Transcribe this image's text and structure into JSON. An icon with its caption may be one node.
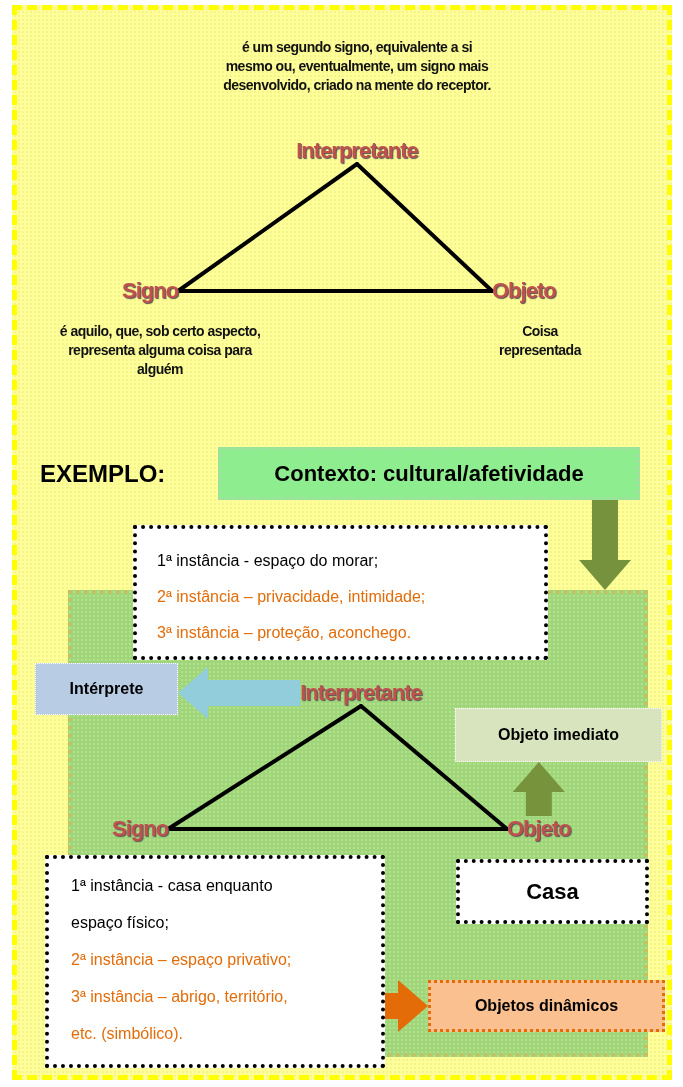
{
  "diagram": {
    "nodes": [
      {
        "text": [
          "Interpretante"
        ],
        "beside": [
          "é um segundo signo, equivalente a si mesmo ou, eventualmente, um signo mais desenvolvido, criado na mente do receptor."
        ]
      },
      {
        "text": [
          "Signo"
        ],
        "beside": [
          "é aquilo, que, sob certo aspecto, representa alguma coisa para alguém"
        ]
      },
      {
        "text": [
          "Objeto"
        ],
        "beside": [
          "Coisa representada"
        ]
      },
      {
        "text": [
          "Contexto: cultural/afetividade"
        ]
      },
      {
        "text": [
          "1ª instância - espaço do morar;",
          "2ª instância – privacidade, intimidade;",
          "3ª instância – proteção, aconchego."
        ]
      },
      {
        "text": [],
        "shape": "box"
      },
      {
        "text": [
          "Intérprete"
        ]
      },
      {
        "text": [
          "Interpretante"
        ],
        "in": 5
      },
      {
        "text": [
          "Objeto imediato"
        ]
      },
      {
        "text": [
          "Signo"
        ],
        "in": 5
      },
      {
        "text": [
          "Objeto"
        ],
        "in": 5
      },
      {
        "text": [
          "1ª instância - casa enquanto espaço físico;",
          "2ª instância – espaço privativo;",
          "3ª instância – abrigo, território, etc. (simbólico)."
        ]
      },
      {
        "text": [
          "Casa"
        ],
        "in": 5
      },
      {
        "text": [
          "Objetos dinâmicos"
        ]
      }
    ],
    "edges": [
      {
        "from": 0,
        "to": 1,
        "arrow": "none"
      },
      {
        "from": 0,
        "to": 2,
        "arrow": "none"
      },
      {
        "from": 1,
        "to": 2,
        "arrow": "none"
      },
      {
        "from": 3,
        "to": 5,
        "arrow": "to",
        "style": "thick",
        "color": "#76923c"
      },
      {
        "from": 7,
        "to": 6,
        "arrow": "to",
        "style": "thick",
        "color": "#92cddc"
      },
      {
        "from": 10,
        "to": 8,
        "arrow": "to",
        "style": "thick",
        "color": "#77933c"
      },
      {
        "from": 7,
        "to": 9,
        "arrow": "none"
      },
      {
        "from": 7,
        "to": 10,
        "arrow": "none"
      },
      {
        "from": 9,
        "to": 10,
        "arrow": "none"
      },
      {
        "from": 11,
        "to": 13,
        "arrow": "to",
        "style": "thick",
        "color": "#e36c09"
      }
    ],
    "labels": [
      "EXEMPLO:"
    ]
  }
}
